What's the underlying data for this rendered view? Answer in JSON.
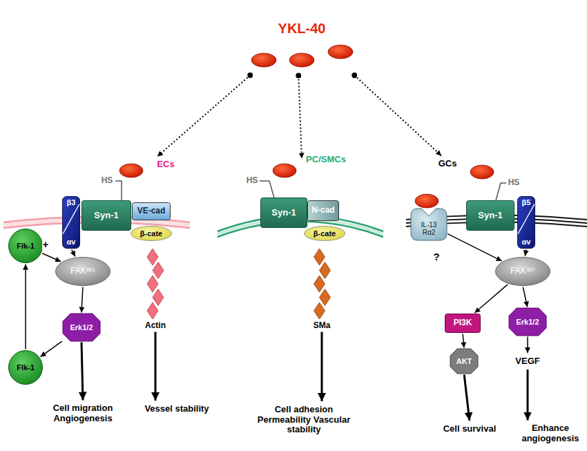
{
  "diagram": {
    "nodes": [
      {
        "text": [
          "YKL-40"
        ]
      },
      {
        "text": [
          "ECs"
        ]
      },
      {
        "text": [
          "Flk-1"
        ]
      },
      {
        "text": [
          "β3",
          "αv"
        ]
      },
      {
        "text": [
          "Syn-1"
        ]
      },
      {
        "text": [
          "VE-cad"
        ]
      },
      {
        "text": [
          "β-cate"
        ]
      },
      {
        "text": [
          "FAK",
          "861"
        ]
      },
      {
        "text": [
          "Erk1/2"
        ]
      },
      {
        "text": [
          "Flk-1"
        ]
      },
      {
        "text": [
          "Actin"
        ]
      },
      {
        "text": [
          "Cell migration Angiogenesis"
        ]
      },
      {
        "text": [
          "Vessel stability"
        ]
      },
      {
        "text": [
          "PC/SMCs"
        ]
      },
      {
        "text": [
          "Syn-1"
        ]
      },
      {
        "text": [
          "N-cad"
        ]
      },
      {
        "text": [
          "β-cate"
        ]
      },
      {
        "text": [
          "SMa"
        ]
      },
      {
        "text": [
          "Cell adhesion Permeability Vascular stability"
        ]
      },
      {
        "text": [
          "GCs"
        ]
      },
      {
        "text": [
          "IL-13 Rα2"
        ]
      },
      {
        "text": [
          "Syn-1"
        ]
      },
      {
        "text": [
          "β5",
          "αv"
        ]
      },
      {
        "text": [
          "FAK",
          "397"
        ]
      },
      {
        "text": [
          "PI3K"
        ]
      },
      {
        "text": [
          "AKT"
        ]
      },
      {
        "text": [
          "Erk1/2"
        ]
      },
      {
        "text": [
          "VEGF"
        ]
      },
      {
        "text": [
          "Cell survival"
        ]
      },
      {
        "text": [
          "Enhance angiogenesis"
        ]
      }
    ],
    "edges": [
      {
        "from": 0,
        "to": 1,
        "arrow": "to"
      },
      {
        "from": 0,
        "to": 13,
        "arrow": "to"
      },
      {
        "from": 0,
        "to": 19,
        "arrow": "to"
      },
      {
        "from": 3,
        "to": 7,
        "arrow": "to"
      },
      {
        "from": 2,
        "to": 7,
        "label": "+",
        "arrow": "to"
      },
      {
        "from": 7,
        "to": 8,
        "arrow": "to"
      },
      {
        "from": 8,
        "to": 9,
        "arrow": "to"
      },
      {
        "from": 9,
        "to": 2,
        "arrow": "to"
      },
      {
        "from": 8,
        "to": 11,
        "arrow": "to"
      },
      {
        "from": 10,
        "to": 12,
        "arrow": "to"
      },
      {
        "from": 17,
        "to": 18,
        "arrow": "to"
      },
      {
        "from": 20,
        "to": 23,
        "label": "?",
        "arrow": "to"
      },
      {
        "from": 22,
        "to": 23,
        "arrow": "to"
      },
      {
        "from": 23,
        "to": 24,
        "arrow": "to"
      },
      {
        "from": 23,
        "to": 26,
        "arrow": "to"
      },
      {
        "from": 24,
        "to": 25,
        "arrow": "to"
      },
      {
        "from": 25,
        "to": 28,
        "arrow": "to"
      },
      {
        "from": 26,
        "to": 27,
        "arrow": "to"
      },
      {
        "from": 27,
        "to": 29,
        "arrow": "to"
      }
    ],
    "labels": [
      "HS",
      "HS",
      "HS"
    ]
  }
}
